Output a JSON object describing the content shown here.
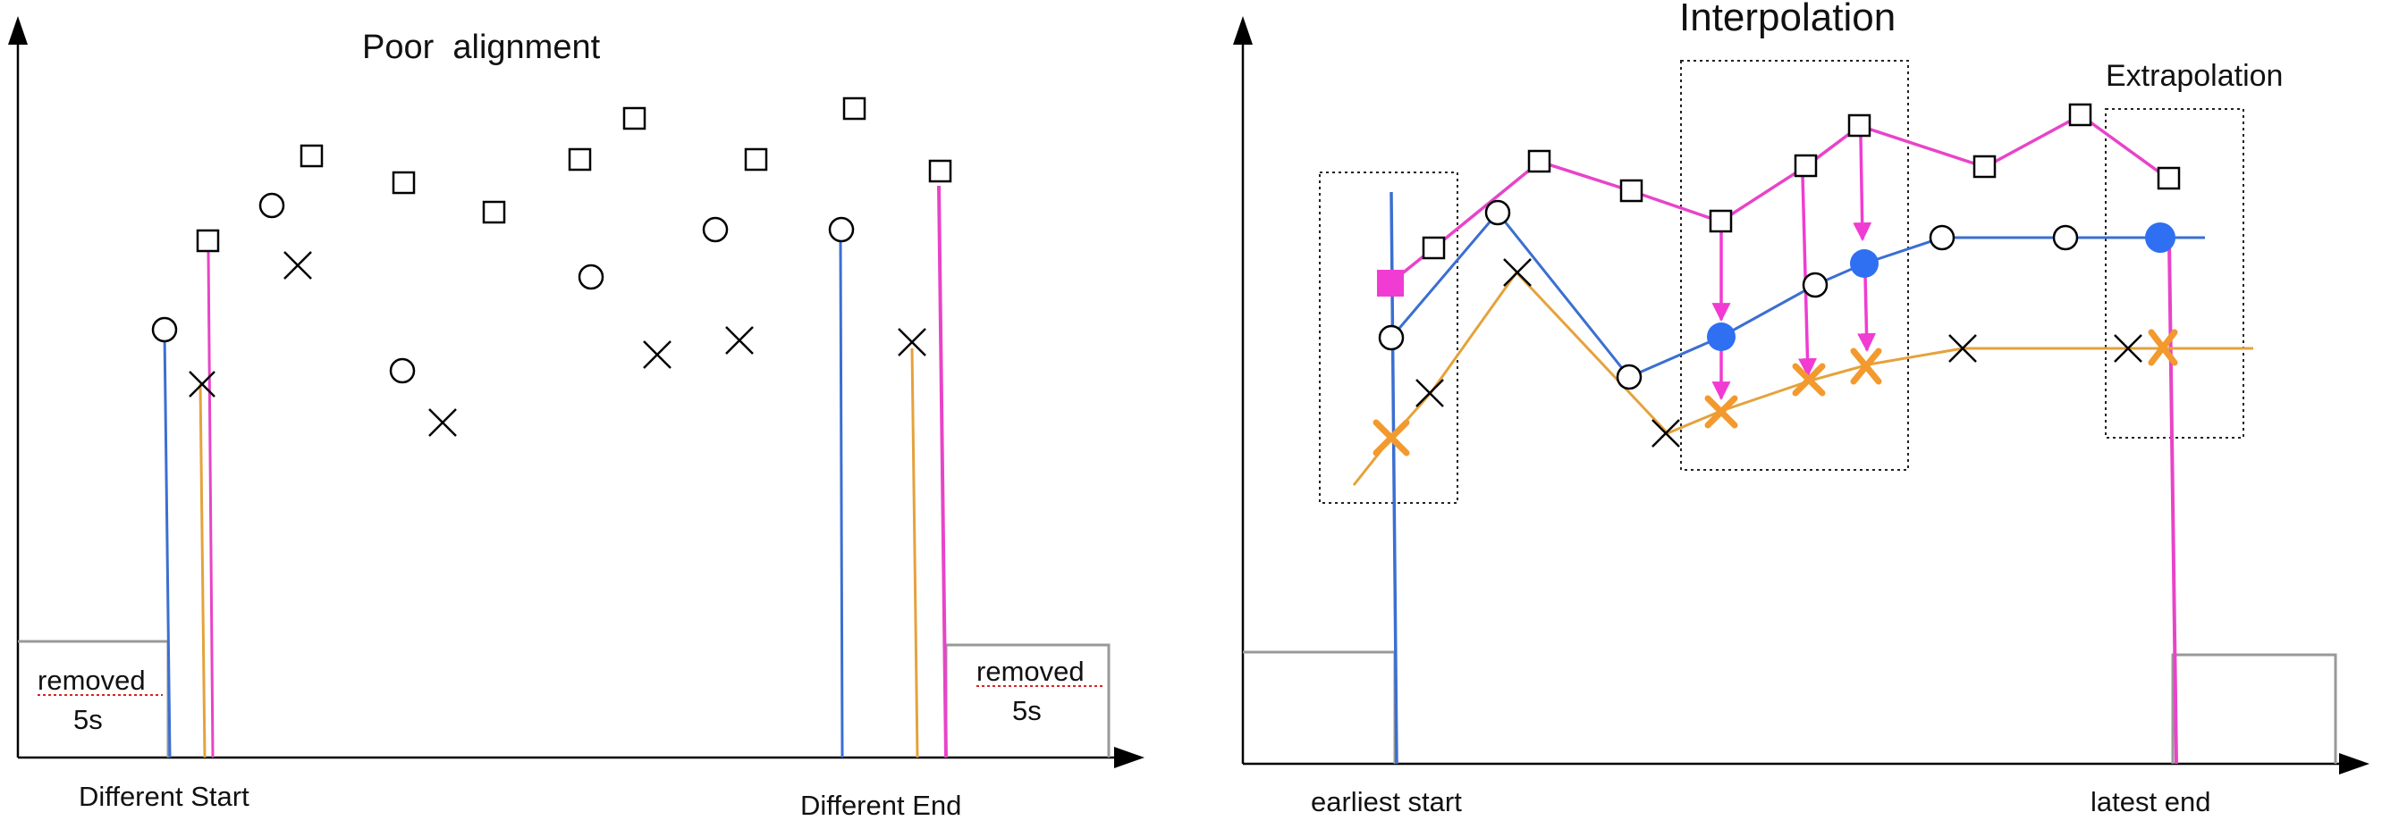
{
  "left_panel": {
    "title": "Poor  alignment",
    "removed_left": {
      "line1": "removed",
      "line2": "5s"
    },
    "removed_right": {
      "line1": "removed",
      "line2": "5s"
    },
    "label_start": "Different Start",
    "label_end": "Different End"
  },
  "right_panel": {
    "title": "Interpolation",
    "extrapolation": "Extrapolation",
    "label_start": "earliest start",
    "label_end": "latest end"
  },
  "colors": {
    "circle_series": "#3b6fd1",
    "cross_series": "#e5a23c",
    "square_series": "#e844c8",
    "interp_fill_blue": "#2f6ff2",
    "interp_fill_magenta": "#f03cd2",
    "interp_cross_orange": "#f29a2e",
    "box_gray": "#999999",
    "axis": "#000000"
  }
}
